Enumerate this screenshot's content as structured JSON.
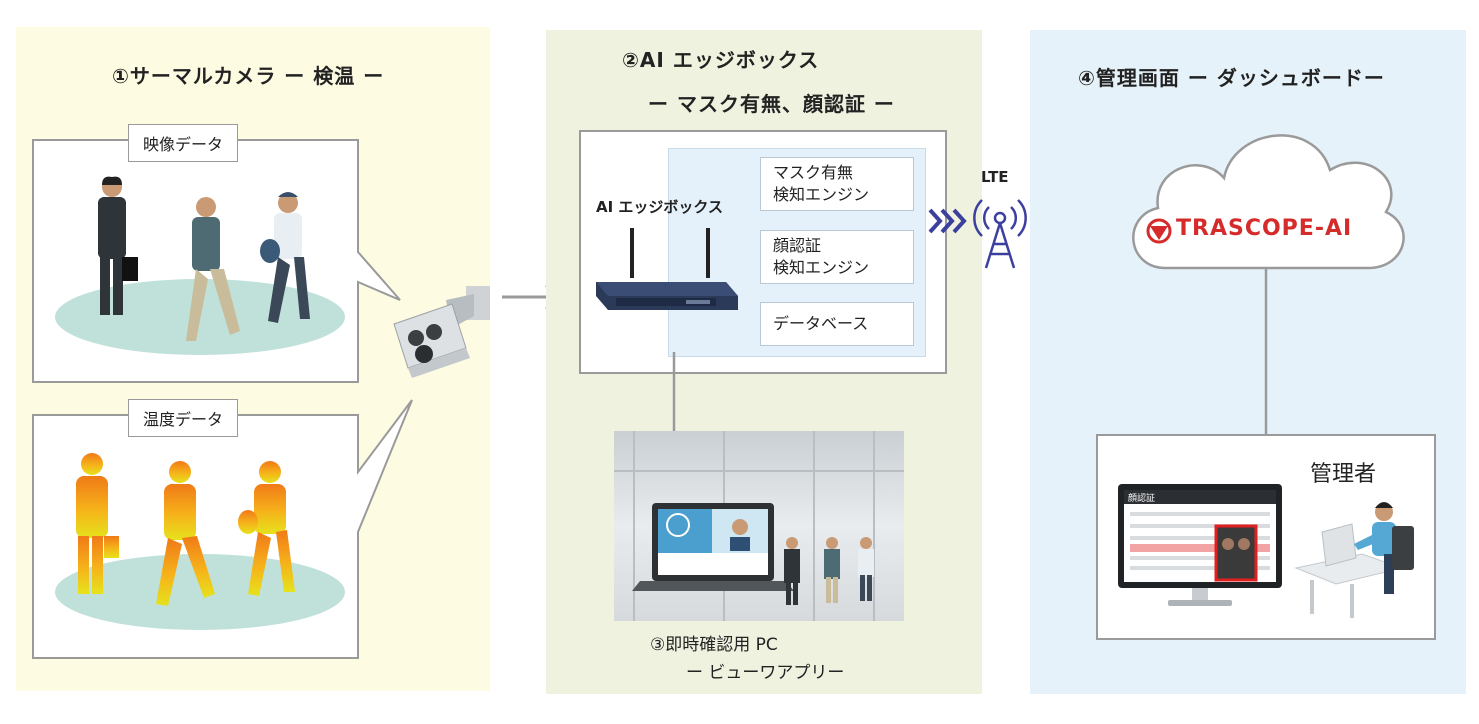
{
  "section1": {
    "title": "①サーマルカメラ ー 検温 ー",
    "video_tag": "映像データ",
    "temp_tag": "温度データ"
  },
  "section2": {
    "title_line1": "②AI エッジボックス",
    "title_line2": "ー マスク有無、顔認証 ー",
    "device_label": "AI エッジボックス",
    "engine_mask_line1": "マスク有無",
    "engine_mask_line2": "検知エンジン",
    "engine_face_line1": "顔認証",
    "engine_face_line2": "検知エンジン",
    "database": "データベース",
    "pc_title_line1": "③即時確認用 PC",
    "pc_title_line2": "ー ビューワアプリー"
  },
  "network": {
    "lte_label": "LTE"
  },
  "section4": {
    "title": "④管理画面 ー ダッシュボードー",
    "brand": "TRASCOPE-AI",
    "admin_label": "管理者",
    "monitor_title": "顔認証"
  },
  "colors": {
    "panel1_bg": "#fdfbe1",
    "panel2_bg": "#eef2df",
    "panel4_bg": "#e6f2f9",
    "brand_red": "#d52b2b",
    "lte_blue": "#3b3f9e"
  }
}
